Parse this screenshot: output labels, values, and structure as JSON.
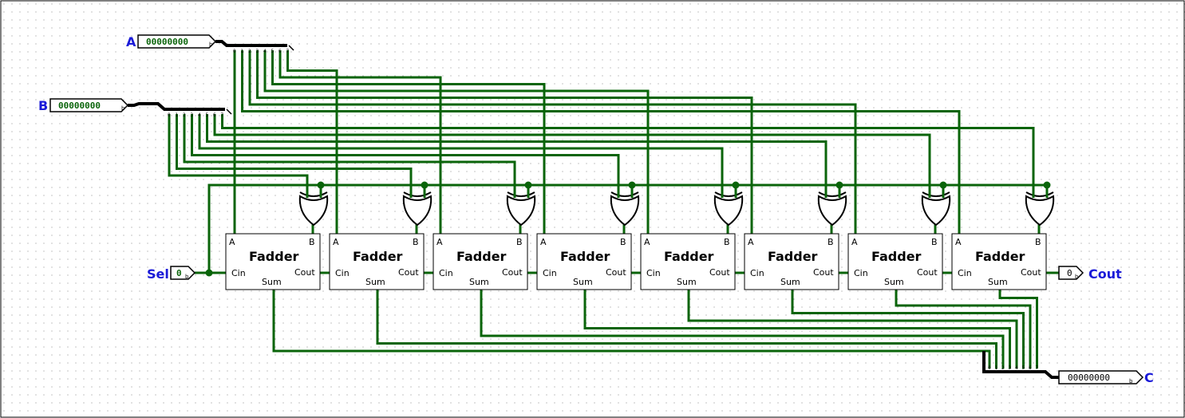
{
  "inputs": {
    "a": {
      "label": "A",
      "value": "00000000",
      "radix": "b"
    },
    "b": {
      "label": "B",
      "value": "00000000",
      "radix": "b"
    },
    "sel": {
      "label": "Sel",
      "value": "0",
      "radix": "b"
    }
  },
  "outputs": {
    "c": {
      "label": "C",
      "value": "00000000",
      "radix": "b"
    },
    "cout": {
      "label": "Cout",
      "value": "0",
      "radix": "b"
    }
  },
  "adder_block": {
    "title": "Fadder",
    "ports": {
      "a": "A",
      "b": "B",
      "cin": "Cin",
      "cout": "Cout",
      "sum": "Sum"
    },
    "count": 8
  },
  "splitter_bits": [
    "0",
    "1",
    "2",
    "3",
    "4",
    "5",
    "6",
    "7"
  ],
  "colors": {
    "wire_active": "#0a640a",
    "bus": "#000000",
    "label": "#1a1ad8",
    "pin_fill_input": "#3a9c3a",
    "grid_dot": "#8a8a8a"
  }
}
